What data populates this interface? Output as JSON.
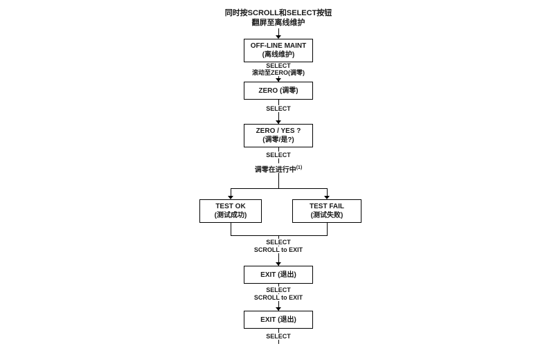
{
  "intro": {
    "line1": "同时按SCROLL和SELECT按钮",
    "line2": "翻屏至离线维护"
  },
  "boxes": {
    "offline_maint": {
      "line1": "OFF-LINE MAINT",
      "line2": "(离线维护)"
    },
    "zero": {
      "line1": "ZERO (调零)"
    },
    "zero_yes": {
      "line1": "ZERO / YES ?",
      "line2": "(调零/是?)"
    },
    "test_ok": {
      "line1": "TEST OK",
      "line2": "(测试成功)"
    },
    "test_fail": {
      "line1": "TEST FAIL",
      "line2": "(测试失败)"
    },
    "exit_1": {
      "line1": "EXIT (退出)"
    },
    "exit_2": {
      "line1": "EXIT (退出)"
    }
  },
  "floating": {
    "in_progress": "调零在进行中",
    "footnote": "(1)"
  },
  "labels": {
    "select_1": "SELECT",
    "scroll_to_zero": "滚动至ZERO(调零)",
    "select_2": "SELECT",
    "select_3": "SELECT",
    "select_4": "SELECT",
    "scroll_to_exit_1": "SCROLL to EXIT",
    "select_5": "SELECT",
    "scroll_to_exit_2": "SCROLL to EXIT",
    "select_6": "SELECT"
  },
  "colors": {
    "line": "#000000",
    "text": "#1a1a1a",
    "background": "#ffffff"
  }
}
